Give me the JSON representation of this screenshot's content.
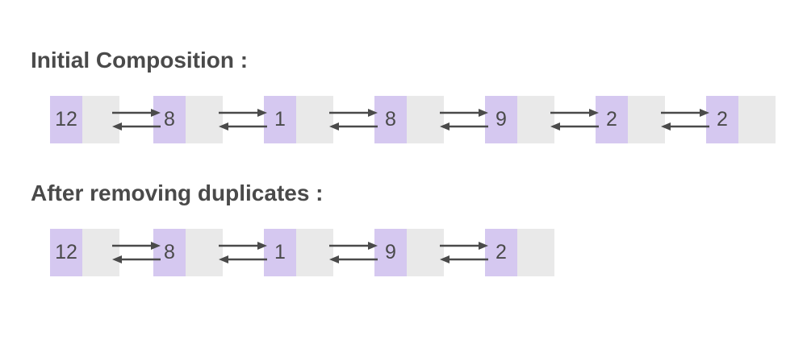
{
  "diagram": {
    "type": "doubly-linked-list",
    "description": "Doubly linked list shown before and after removing duplicate values"
  },
  "colors": {
    "value_cell_bg": "#d5c8f0",
    "pointer_cell_bg": "#e9e9e9",
    "text": "#4a4a4a",
    "arrow": "#4a4a4a",
    "page_bg": "#ffffff"
  },
  "sections": [
    {
      "id": "initial",
      "title": "Initial Composition :",
      "nodes": [
        "12",
        "8",
        "1",
        "8",
        "9",
        "2",
        "2"
      ]
    },
    {
      "id": "after",
      "title": "After removing duplicates :",
      "nodes": [
        "12",
        "8",
        "1",
        "9",
        "2"
      ]
    }
  ]
}
